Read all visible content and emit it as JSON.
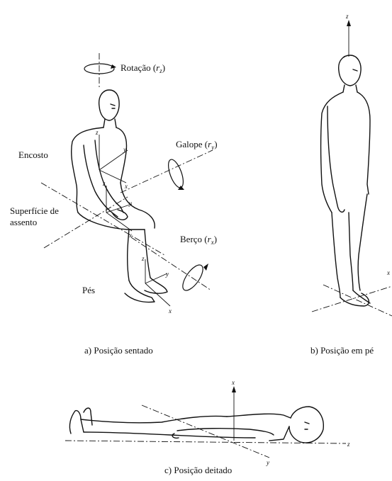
{
  "panel_a": {
    "rotation_label": "Rotação (",
    "rotation_sym": "r",
    "rotation_sub": "z",
    "gallop_label": "Galope (",
    "gallop_sym": "r",
    "gallop_sub": "y",
    "roll_label": "Berço (",
    "roll_sym": "r",
    "roll_sub": "x",
    "close_paren": ")",
    "backrest_label": "Encosto",
    "seat_label_line1": "Superfície de",
    "seat_label_line2": "assento",
    "feet_label": "Pés",
    "caption": "a) Posição sentado"
  },
  "panel_b": {
    "caption": "b) Posição em pé"
  },
  "panel_c": {
    "caption": "c) Posição deitado"
  },
  "axis_letters": {
    "x": "x",
    "y": "y",
    "z": "z"
  }
}
